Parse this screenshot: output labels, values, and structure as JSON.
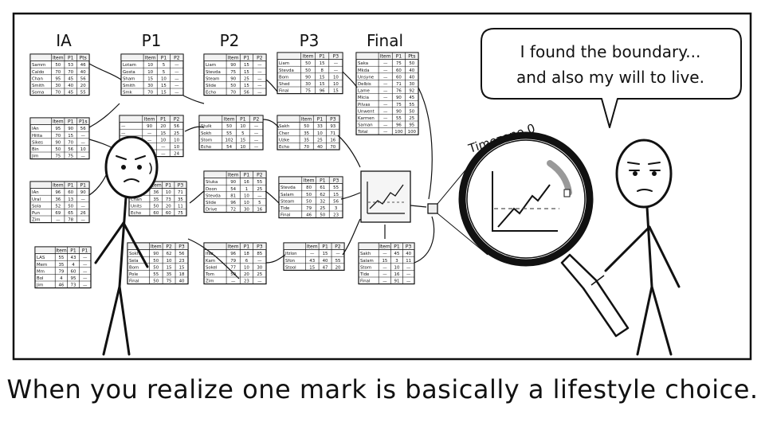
{
  "column_headers": [
    "IA",
    "P1",
    "P2",
    "P3",
    "Final"
  ],
  "speech_bubble": {
    "line1": "I found the boundary...",
    "line2": "and also my will to live."
  },
  "magnifier_label": "Timezone 0",
  "caption": "When you realize one mark is basically a lifestyle choice.",
  "tables": [
    {
      "id": "ia-1",
      "head": [
        "",
        "Item",
        "P1",
        "Pts"
      ],
      "rows": [
        [
          "Samm",
          "50",
          "53",
          "46"
        ],
        [
          "Caldo",
          "70",
          "70",
          "40"
        ],
        [
          "Chan",
          "95",
          "45",
          "56"
        ],
        [
          "Smith",
          "30",
          "40",
          "20"
        ],
        [
          "Soma",
          "70",
          "45",
          "55"
        ]
      ]
    },
    {
      "id": "ia-2",
      "head": [
        "",
        "Item",
        "P1",
        "P1s"
      ],
      "rows": [
        [
          "IAn",
          "95",
          "90",
          "56"
        ],
        [
          "Hitta",
          "70",
          "15",
          "—"
        ],
        [
          "Sikes",
          "90",
          "70",
          "—"
        ],
        [
          "Bin",
          "50",
          "56",
          "10"
        ],
        [
          "Jim",
          "75",
          "75",
          "—"
        ]
      ]
    },
    {
      "id": "ia-3",
      "head": [
        "",
        "Item",
        "P1",
        "P1"
      ],
      "rows": [
        [
          "IAn",
          "96",
          "60",
          "90"
        ],
        [
          "Ural",
          "36",
          "13",
          "—"
        ],
        [
          "Sola",
          "52",
          "50",
          "—"
        ],
        [
          "Pun",
          "69",
          "65",
          "26"
        ],
        [
          "Zim",
          "—",
          "78",
          "—"
        ]
      ]
    },
    {
      "id": "ia-4",
      "head": [
        "",
        "Item",
        "P1",
        "P1"
      ],
      "rows": [
        [
          "LAS",
          "55",
          "43",
          "—"
        ],
        [
          "Mem",
          "35",
          "4",
          "—"
        ],
        [
          "Mm",
          "79",
          "60",
          "—"
        ],
        [
          "Bol",
          "4",
          "95",
          "—"
        ],
        [
          "Jim",
          "46",
          "73",
          "—"
        ]
      ]
    },
    {
      "id": "p1-1",
      "head": [
        "",
        "Item",
        "P1",
        "P2"
      ],
      "rows": [
        [
          "Lotam",
          "10",
          "5",
          "—"
        ],
        [
          "Gosta",
          "10",
          "5",
          "—"
        ],
        [
          "Sham",
          "15",
          "10",
          "—"
        ],
        [
          "Smith",
          "30",
          "15",
          "—"
        ],
        [
          "Smk",
          "70",
          "15",
          "—"
        ]
      ]
    },
    {
      "id": "p1-2",
      "head": [
        "",
        "Item",
        "P1",
        "P2"
      ],
      "rows": [
        [
          "—",
          "90",
          "20",
          "56"
        ],
        [
          "—",
          "—",
          "15",
          "25"
        ],
        [
          "—",
          "—",
          "10",
          "10"
        ],
        [
          "—",
          "—",
          "—",
          "10"
        ],
        [
          "—",
          "—",
          "—",
          "24"
        ]
      ]
    },
    {
      "id": "p1-3",
      "head": [
        "",
        "Item",
        "P1",
        "P3"
      ],
      "rows": [
        [
          "—",
          "36",
          "10",
          "71"
        ],
        [
          "Chan",
          "35",
          "73",
          "35"
        ],
        [
          "Units",
          "50",
          "20",
          "11"
        ],
        [
          "Echo",
          "60",
          "60",
          "75"
        ]
      ]
    },
    {
      "id": "p1-4",
      "head": [
        "",
        "Item",
        "P2",
        "P3"
      ],
      "rows": [
        [
          "Sokh",
          "90",
          "62",
          "56"
        ],
        [
          "Sela",
          "50",
          "10",
          "23"
        ],
        [
          "Bom",
          "50",
          "15",
          "15"
        ],
        [
          "Pole",
          "55",
          "35",
          "18"
        ],
        [
          "Final",
          "50",
          "75",
          "40"
        ]
      ]
    },
    {
      "id": "p2-1",
      "head": [
        "",
        "Item",
        "P1",
        "P2"
      ],
      "rows": [
        [
          "Liam",
          "90",
          "15",
          "—"
        ],
        [
          "Stevda",
          "75",
          "15",
          "—"
        ],
        [
          "Steam",
          "90",
          "25",
          "—"
        ],
        [
          "Slide",
          "50",
          "15",
          "—"
        ],
        [
          "Echo",
          "70",
          "56",
          "—"
        ]
      ]
    },
    {
      "id": "p2-2",
      "head": [
        "",
        "Item",
        "P1",
        "P2"
      ],
      "rows": [
        [
          "Stulk",
          "50",
          "10",
          "—"
        ],
        [
          "Sokh",
          "55",
          "5",
          "—"
        ],
        [
          "Stom",
          "102",
          "15",
          "—"
        ],
        [
          "Echo",
          "54",
          "10",
          "—"
        ]
      ]
    },
    {
      "id": "p2-3",
      "head": [
        "",
        "Item",
        "P1",
        "P2"
      ],
      "rows": [
        [
          "Stuka",
          "90",
          "16",
          "55"
        ],
        [
          "Doon",
          "54",
          "1",
          "25"
        ],
        [
          "Stevda",
          "81",
          "10",
          "—"
        ],
        [
          "Slide",
          "96",
          "10",
          "5"
        ],
        [
          "Drive",
          "72",
          "30",
          "16"
        ]
      ]
    },
    {
      "id": "p2-4",
      "head": [
        "",
        "Item",
        "P1",
        "P3"
      ],
      "rows": [
        [
          "Ifaz",
          "96",
          "18",
          "85"
        ],
        [
          "Kam",
          "79",
          "6",
          "—"
        ],
        [
          "Sokel",
          "77",
          "10",
          "30"
        ],
        [
          "Tom",
          "50",
          "20",
          "25"
        ],
        [
          "Zim",
          "—",
          "23",
          "—"
        ]
      ]
    },
    {
      "id": "p3-1",
      "head": [
        "",
        "Item",
        "P1",
        "P3"
      ],
      "rows": [
        [
          "Liam",
          "50",
          "15",
          "—"
        ],
        [
          "Stevda",
          "50",
          "8",
          "—"
        ],
        [
          "Bom",
          "90",
          "15",
          "10"
        ],
        [
          "Shed",
          "30",
          "15",
          "10"
        ],
        [
          "Final",
          "75",
          "96",
          "15"
        ]
      ]
    },
    {
      "id": "p3-2",
      "head": [
        "",
        "Item",
        "P1",
        "P3"
      ],
      "rows": [
        [
          "Sakh",
          "50",
          "33",
          "93"
        ],
        [
          "Cher",
          "35",
          "10",
          "71"
        ],
        [
          "Uzke",
          "35",
          "25",
          "16"
        ],
        [
          "Echo",
          "70",
          "40",
          "70"
        ]
      ]
    },
    {
      "id": "p3-3",
      "head": [
        "",
        "Item",
        "P1",
        "P3"
      ],
      "rows": [
        [
          "Stevda",
          "80",
          "61",
          "55"
        ],
        [
          "Salam",
          "50",
          "62",
          "15"
        ],
        [
          "Steam",
          "50",
          "32",
          "56"
        ],
        [
          "Tide",
          "79",
          "25",
          "3"
        ],
        [
          "Final",
          "46",
          "50",
          "23"
        ]
      ]
    },
    {
      "id": "p3-4",
      "head": [
        "",
        "Item",
        "P1",
        "P2"
      ],
      "rows": [
        [
          "Ifzlon",
          "—",
          "15",
          "—"
        ],
        [
          "Sfon",
          "43",
          "40",
          "55"
        ],
        [
          "Stool",
          "15",
          "47",
          "20"
        ]
      ]
    },
    {
      "id": "final-1",
      "head": [
        "",
        "Item",
        "P1",
        "Pts"
      ],
      "rows": [
        [
          "Saka",
          "—",
          "75",
          "50"
        ],
        [
          "Mkda",
          "—",
          "60",
          "40"
        ],
        [
          "Unsyne",
          "—",
          "60",
          "40"
        ],
        [
          "Delbis",
          "—",
          "71",
          "30"
        ],
        [
          "Lame",
          "—",
          "76",
          "92"
        ],
        [
          "Micia",
          "—",
          "90",
          "45"
        ],
        [
          "Pilvas",
          "—",
          "75",
          "55"
        ],
        [
          "Unwent",
          "—",
          "90",
          "50"
        ],
        [
          "Karmen",
          "—",
          "55",
          "25"
        ],
        [
          "Saman",
          "—",
          "96",
          "95"
        ],
        [
          "Total",
          "—",
          "100",
          "100"
        ]
      ]
    },
    {
      "id": "final-2",
      "head": [
        "",
        "Item",
        "P1",
        "P3"
      ],
      "rows": [
        [
          "Sakh",
          "—",
          "45",
          "40"
        ],
        [
          "Salam",
          "15",
          "3",
          "11"
        ],
        [
          "Stom",
          "—",
          "10",
          "—"
        ],
        [
          "Tide",
          "—",
          "16",
          "—"
        ],
        [
          "Final",
          "—",
          "91",
          "—"
        ]
      ]
    }
  ],
  "colors": {
    "ink": "#111111",
    "paper": "#ffffff",
    "fill": "#f2f2f2",
    "dashed": "#555555"
  }
}
